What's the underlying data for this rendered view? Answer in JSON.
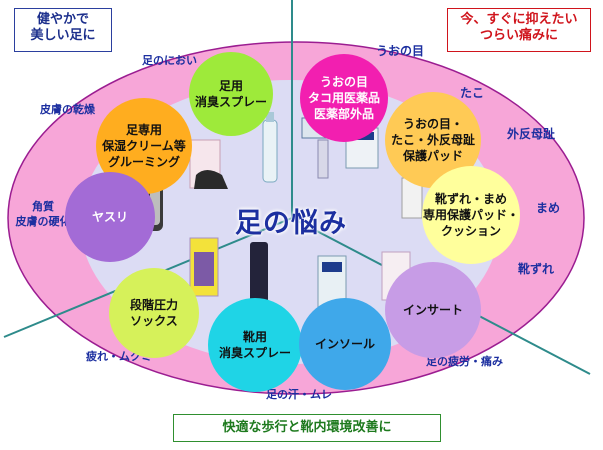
{
  "title": "足の悩み",
  "top_left_box": [
    "健やかで",
    "美しい足に"
  ],
  "top_right_box": [
    "今、すぐに抑えたい",
    "つらい痛みに"
  ],
  "bottom_box": "快適な歩行と靴内環境改善に",
  "symptoms": {
    "ashi_no_nioi": "足のにおい",
    "hifu_no_kansou": "皮膚の乾燥",
    "kakushitsu": [
      "角質",
      "皮膚の硬化"
    ],
    "tsukare": "疲れ・ムクミ",
    "ase": "足の汗・ムレ",
    "hirou": "足の疲労・痛み",
    "uonome": "うおの目",
    "tako": "たこ",
    "gaihan": "外反母趾",
    "mame": "まめ",
    "kutsuzure": "靴ずれ"
  },
  "products": {
    "shoushu_spray": [
      "足用",
      "消臭スプレー"
    ],
    "hoshitsu_cream": [
      "足専用",
      "保湿クリーム等",
      "グルーミング"
    ],
    "yasuri": "ヤスリ",
    "dankai_sock": [
      "段階圧力",
      "ソックス"
    ],
    "kutsu_spray": [
      "靴用",
      "消臭スプレー"
    ],
    "insole": "インソール",
    "insert": "インサート",
    "uonome_drug": [
      "うおの目",
      "タコ用医薬品",
      "医薬部外品"
    ],
    "uonome_pad": [
      "うおの目・",
      "たこ・外反母趾",
      "保護パッド"
    ],
    "kutsuzure_pad": [
      "靴ずれ・まめ",
      "専用保護パッド・",
      "クッション"
    ]
  },
  "colors": {
    "ellipse_fill": "#f7a6d8",
    "ellipse_stroke": "#9b1d91",
    "inner_fill": "#dcdcf4",
    "lines": "#2e8b8b",
    "green": "#9eea3a",
    "orange": "#ffad1f",
    "purple": "#a36bd6",
    "yellow_green": "#d6f15a",
    "cyan": "#1fd4e6",
    "blue": "#3fa8ea",
    "magenta": "#f21fb0",
    "light_orange": "#ffca55",
    "pale_yellow": "#ffff9c",
    "lavender": "#c79ce6"
  }
}
